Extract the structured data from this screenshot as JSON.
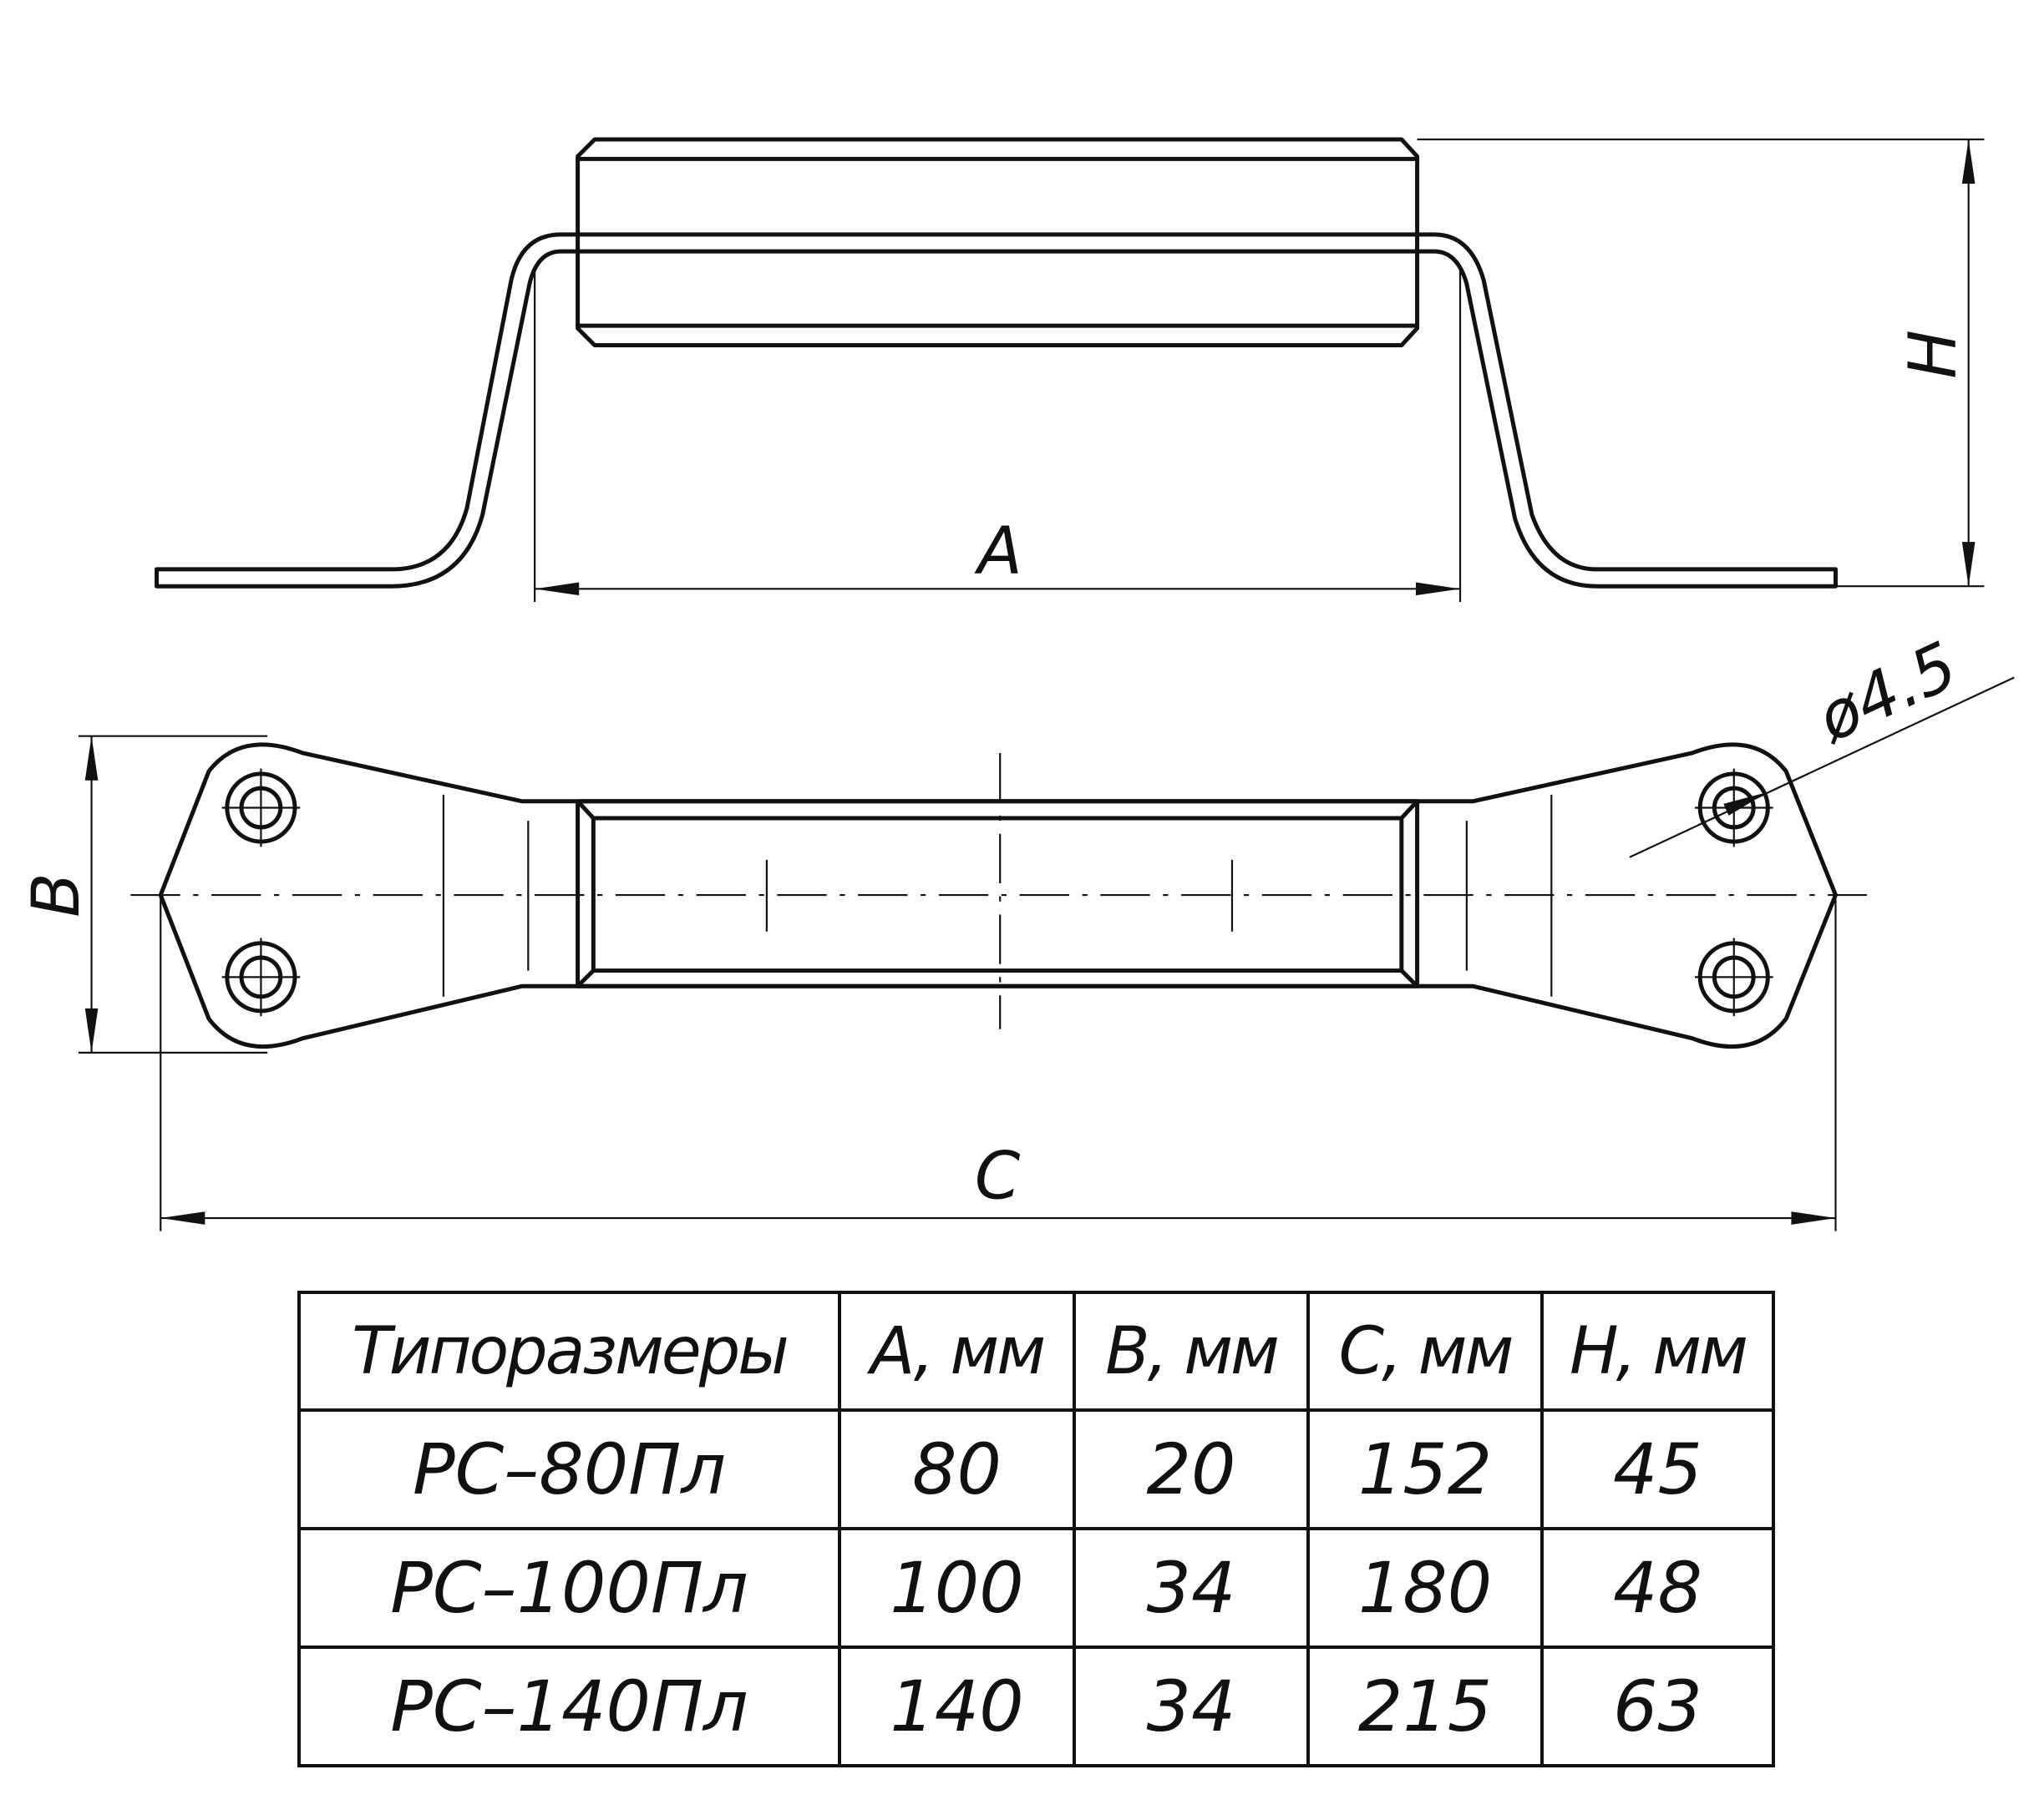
{
  "drawing": {
    "dimension_labels": {
      "A": "A",
      "H": "H",
      "B": "B",
      "C": "C",
      "hole": "ø4.5"
    }
  },
  "table": {
    "headers": [
      "Типоразмеры",
      "A, мм",
      "B, мм",
      "C, мм",
      "H, мм"
    ],
    "rows": [
      [
        "PC–80Пл",
        "80",
        "20",
        "152",
        "45"
      ],
      [
        "PC–100Пл",
        "100",
        "34",
        "180",
        "48"
      ],
      [
        "PC–140Пл",
        "140",
        "34",
        "215",
        "63"
      ]
    ]
  }
}
